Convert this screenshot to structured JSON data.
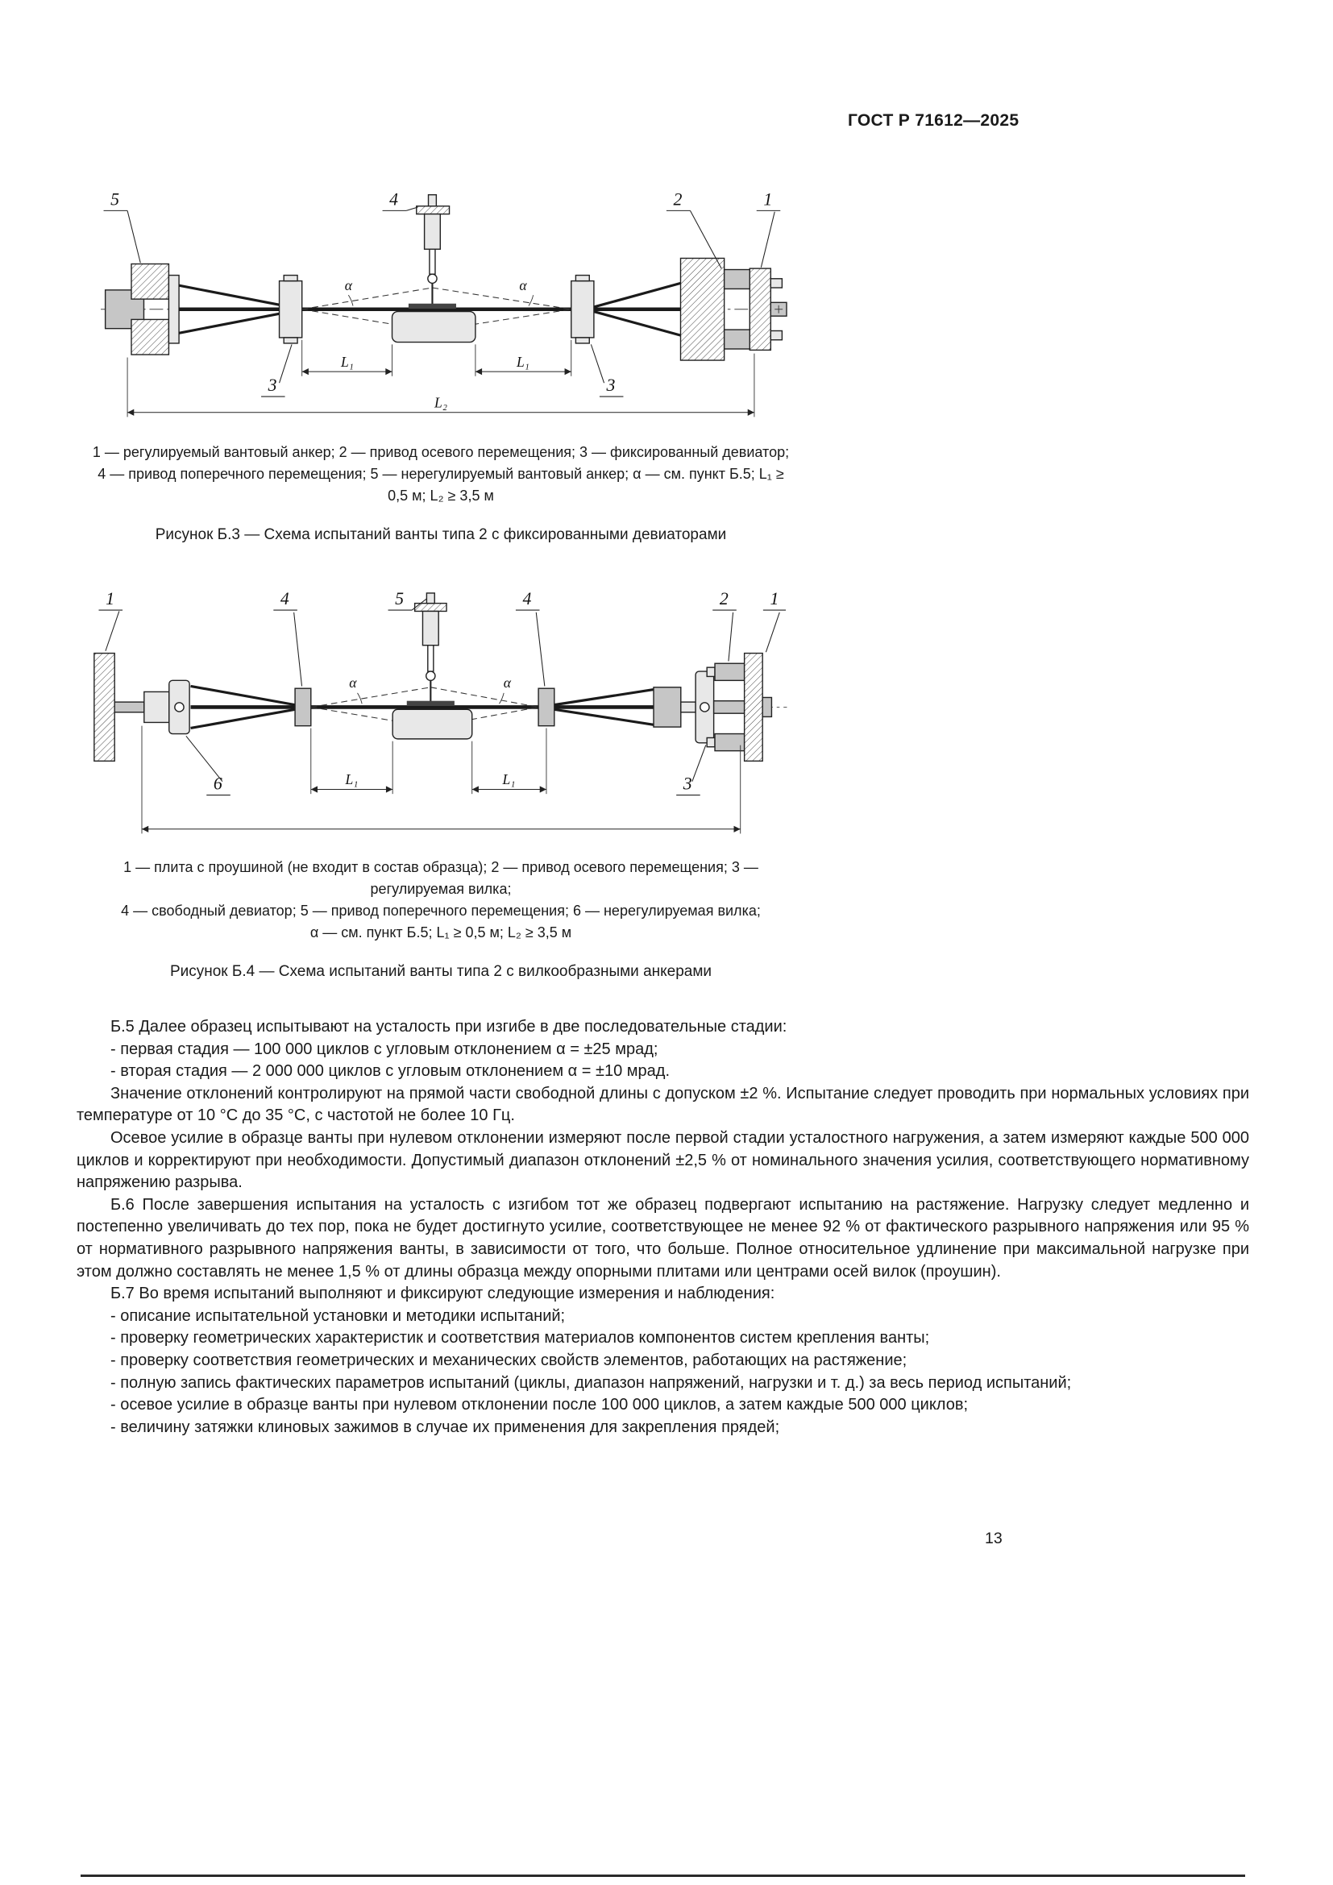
{
  "page": {
    "header": "ГОСТ Р 71612—2025",
    "number": "13"
  },
  "figure_b3": {
    "callout_1": "1",
    "callout_2": "2",
    "callout_3": "3",
    "callout_4": "4",
    "callout_5": "5",
    "alpha": "α",
    "dim_l1": "L₁",
    "dim_l2": "L₂",
    "legend_line_1": "1 — регулируемый вантовый анкер; 2 — привод осевого перемещения; 3 — фиксированный девиатор;",
    "legend_line_2": "4 — привод поперечного перемещения; 5 — нерегулируемый вантовый анкер; α — см. пункт Б.5; L₁ ≥ 0,5 м; L₂ ≥ 3,5 м",
    "caption": "Рисунок Б.3 — Схема испытаний ванты типа 2 с фиксированными девиаторами"
  },
  "figure_b4": {
    "callout_1": "1",
    "callout_2": "2",
    "callout_3": "3",
    "callout_4": "4",
    "callout_5": "5",
    "callout_6": "6",
    "alpha": "α",
    "dim_l1": "L₁",
    "legend_line_1": "1 — плита с проушиной (не входит в состав образца); 2 — привод осевого перемещения; 3 — регулируемая вилка;",
    "legend_line_2": "4 — свободный девиатор; 5 — привод поперечного перемещения; 6 — нерегулируемая вилка;",
    "legend_line_3": "α — см. пункт Б.5; L₁ ≥ 0,5 м; L₂ ≥ 3,5 м",
    "caption": "Рисунок Б.4 — Схема испытаний ванты типа 2 с вилкообразными анкерами"
  },
  "body": {
    "p_b5_intro": "Б.5 Далее образец испытывают на усталость при изгибе в две последовательные стадии:",
    "p_b5_item1": "- первая стадия — 100 000 циклов с угловым отклонением α = ±25 мрад;",
    "p_b5_item2": "- вторая стадия — 2 000 000 циклов с угловым отклонением α = ±10 мрад.",
    "p_b5_note1": "Значение отклонений контролируют на прямой части свободной длины с допуском ±2 %. Испытание следует проводить при нормальных условиях при температуре от 10 °С до 35 °С, с частотой не более 10 Гц.",
    "p_b5_note2": "Осевое усилие в образце ванты при нулевом отклонении измеряют после первой стадии усталостного нагружения, а затем измеряют каждые 500 000 циклов и корректируют при необходимости. Допустимый диапазон отклонений ±2,5 % от номинального значения усилия, соответствующего нормативному напряжению разрыва.",
    "p_b6": "Б.6 После завершения испытания на усталость с изгибом тот же образец подвергают испытанию на растяжение. Нагрузку следует медленно и постепенно увеличивать до тех пор, пока не будет достигнуто усилие, соответствующее не менее 92 % от фактического разрывного напряжения или 95 % от нормативного разрывного напряжения ванты, в зависимости от того, что больше. Полное относительное удлинение при максимальной нагрузке при этом должно составлять не менее 1,5 % от длины образца между опорными плитами или центрами осей вилок (проушин).",
    "p_b7": "Б.7 Во время испытаний выполняют и фиксируют следующие измерения и наблюдения:",
    "p_b7_item1": "- описание испытательной установки и методики испытаний;",
    "p_b7_item2": "- проверку геометрических характеристик и соответствия материалов компонентов систем крепления ванты;",
    "p_b7_item3": "- проверку соответствия геометрических и механических свойств элементов, работающих на растяжение;",
    "p_b7_item4": "- полную запись фактических параметров испытаний (циклы, диапазон напряжений, нагрузки и т. д.) за весь период испытаний;",
    "p_b7_item5": "- осевое усилие в образце ванты при нулевом отклонении после 100 000 циклов, а затем каждые 500 000 циклов;",
    "p_b7_item6": "- величину затяжки клиновых зажимов в случае их применения для закрепления прядей;"
  }
}
